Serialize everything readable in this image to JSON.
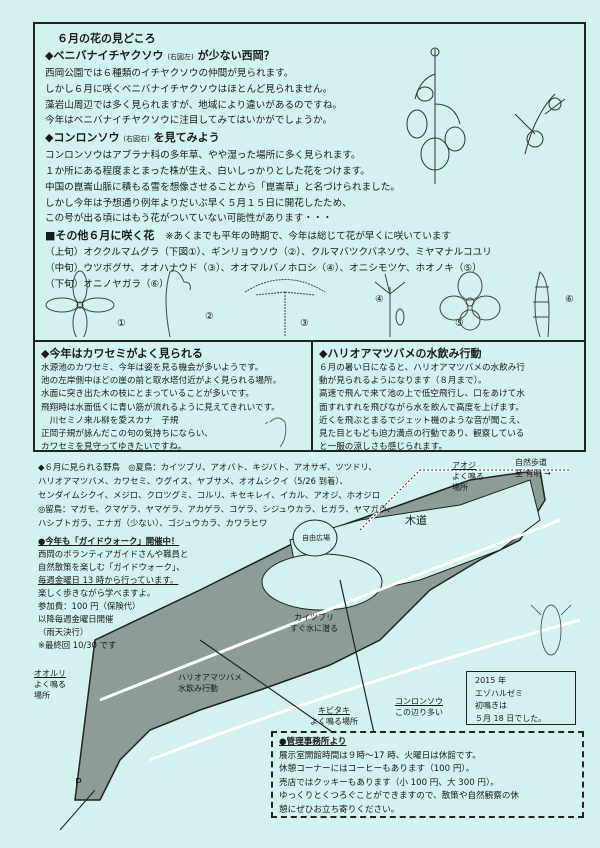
{
  "flowers": {
    "title": "６月の花の見どころ",
    "s1_head": "◆ベニバナイチヤクソウ",
    "s1_note": "(右図左)",
    "s1_tail": "が少ない西岡？",
    "s1_lines": [
      "西岡公園では６種類のイチヤクソウの仲間が見られます。",
      "しかし６月に咲くベニバナイチヤクソウはほとんど見られません。",
      "藻岩山周辺では多く見られますが、地域により違いがあるのですね。",
      "今年はベニバナイチヤクソウに注目してみてはいかがでしょうか。"
    ],
    "s2_head": "◆コンロンソウ",
    "s2_note": "(右図右)",
    "s2_tail": "を見てみよう",
    "s2_lines": [
      "コンロンソウはアブラナ科の多年草、やや湿った場所に多く見られます。",
      "１か所にある程度まとまった株が生え、白いしっかりとした花をつけます。",
      "中国の崑崙山脈に積もる雪を想像させることから「崑崙草」と名づけられました。",
      "しかし今年は予想通り例年よりだいぶ早く５月１５日に開花したため、",
      "この号が出る頃にはもう花がついていない可能性があります・・・"
    ],
    "s3_head": "■その他６月に咲く花",
    "s3_note": "※あくまでも平年の時期で、今年は総じて花が早くに咲いています",
    "s3_lines": [
      "（上旬）オククルマムグラ（下図①）、ギンリョウソウ（②）、クルマバツクバネソウ、ミヤマナルコユリ",
      "（中旬）ウツボグサ、オオハナウド（③）、オオマルバノホロシ（④）、オニシモツケ、ホオノキ（⑤）",
      "（下旬）オニノヤガラ（⑥）"
    ],
    "markers": [
      "①",
      "②",
      "③",
      "④",
      "⑤",
      "⑥"
    ]
  },
  "kawasemi": {
    "head": "◆今年はカワセミがよく見られる",
    "lines": [
      "水源池のカワセミ、今年は姿を見る機会が多いようです。",
      "池の左岸側中ほどの崖の前と取水塔付近がよく見られる場所。",
      "水面に突き出た木の枝にとまっていることが多いです。",
      "飛翔時は水面低くに青い筋が流れるように見えてきれいです。",
      "　川セミノ来ル柳を愛スカナ　子規",
      "正岡子規が詠んだこの句の気持ちにならい、",
      "カワセミを見守ってゆきたいですね。"
    ]
  },
  "hario": {
    "head": "◆ハリオアマツバメの水飲み行動",
    "lines": [
      "６月の暑い日になると、ハリオアマツバメの水飲み行",
      "動が見られるようになります（８月まで）。",
      "高速で飛んで来て池の上で低空飛行し、口をあけて水",
      "面すれすれを飛びながら水を飲んで高度を上げます。",
      "近くを飛ぶとまるでジェット機のような音が聞こえ、",
      "見た目ともども迫力満点の行動であり、観察している",
      "と一服の涼しさも感じられます。"
    ]
  },
  "birds": {
    "lines": [
      "◆６月に見られる野鳥　◎夏鳥：カイツブリ、アオバト、キジバト、アオサギ、ツツドリ、",
      "ハリオアマツバメ、カワセミ、ウグイス、ヤブサメ、オオムシクイ（5/26 到着）、",
      "センダイムシクイ、メジロ、クロツグミ、コルリ、キセキレイ、イカル、アオジ、ホオジロ",
      "◎留鳥：マガモ、クマゲラ、ヤマゲラ、アカゲラ、コゲラ、シジュウカラ、ヒガラ、ヤマガラ、",
      "ハシブトガラ、エナガ（少ない）、ゴジュウカラ、カワラヒワ"
    ]
  },
  "guide": {
    "head": "●今年も「ガイドウォーク」開催中！",
    "lines": [
      "西岡のボランティアガイドさんや職員と",
      "自然散策を楽しむ「ガイドウォーク」、",
      "毎週金曜日 13 時から行っています。",
      "楽しく歩きながら学べますよ。",
      "参加費：100 円（保険代）",
      "以降毎週金曜日開催",
      "（雨天決行）",
      "※最終回 10/30 です"
    ]
  },
  "map": {
    "labels": {
      "aoji": [
        "アオジ",
        "よく鳴る",
        "場所"
      ],
      "trail": [
        "自然歩道",
        "至 有明 →"
      ],
      "boardwalk": "木道",
      "plaza": "自由広場",
      "kaitsuburi": [
        "カイツブリ",
        "すぐ水に潜る"
      ],
      "hario": [
        "ハリオアマツバメ",
        "水飲み行動"
      ],
      "ooruri": [
        "オオルリ",
        "よく鳴る",
        "場所"
      ],
      "kibitaki": [
        "キビタキ",
        "よく鳴る場所"
      ],
      "konron": [
        "コンロンソウ",
        "この辺り多い"
      ],
      "parking": "P"
    },
    "semi": [
      "2015 年",
      "エゾハルゼミ",
      "初鳴きは",
      "５月 18 日でした。"
    ]
  },
  "office": {
    "head": "●管理事務所より",
    "lines": [
      "展示室開館時間は９時～17 時、火曜日は休館です。",
      "休憩コーナーにはコーヒーもあります（100 円）。",
      "売店ではクッキーもあります（小 100 円、大 300 円）。",
      "ゆっくりとくつろぐことができますので、散策や自然観察の休",
      "憩にぜひお立ち寄りください。"
    ]
  }
}
